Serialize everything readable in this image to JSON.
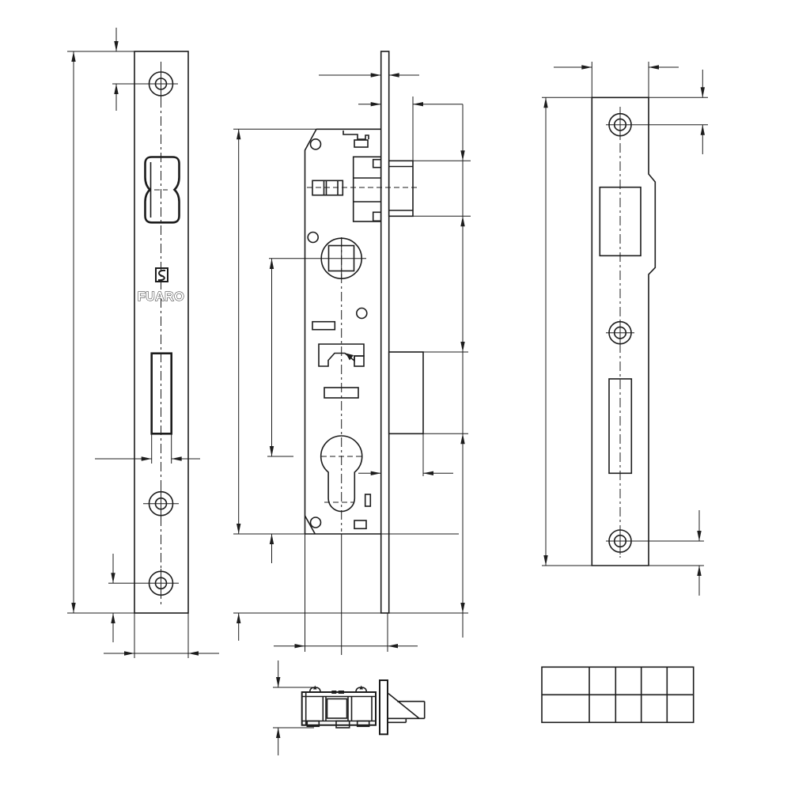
{
  "drawing": {
    "brand": "FUARO",
    "ink": "#1c1c1c",
    "background": "#ffffff",
    "line_color_bold": "#1c1c1c",
    "views": {
      "left": "faceplate-front-view",
      "middle": "lock-body-side-view",
      "right": "strike-plate-view",
      "bottom": "lock-bottom-view"
    },
    "icons": {
      "logo_mark": "fuaro-monogram-icon"
    }
  },
  "title_block": {
    "rows": 2,
    "columns": 5,
    "cells": [
      "",
      "",
      "",
      "",
      "",
      "",
      "",
      "",
      "",
      ""
    ]
  }
}
